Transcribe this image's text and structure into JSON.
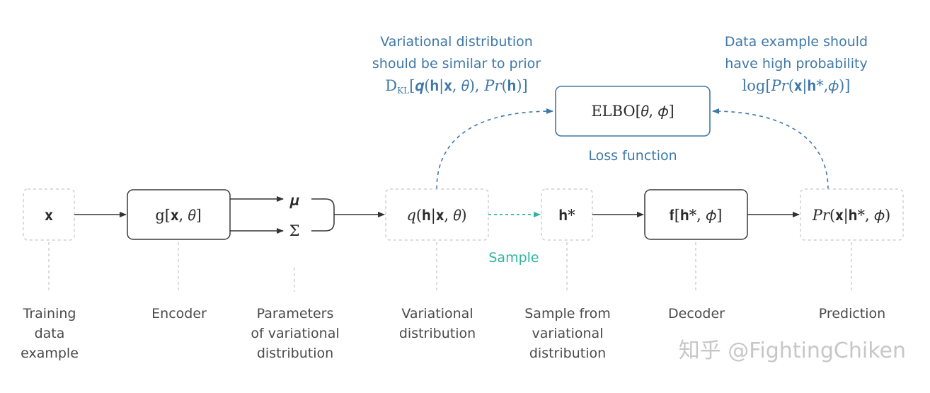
{
  "nodes": {
    "x": "𝐱",
    "encoder": "g[𝐱, 𝜃]",
    "mu": "𝝁",
    "sigma": "Σ",
    "q": "𝑞(𝐡|𝐱, 𝜃)",
    "hstar": "𝐡*",
    "decoder": "𝐟[𝐡*, 𝜙]",
    "pr": "𝑃𝑟(𝐱|𝐡*, 𝜙)",
    "elbo": "ELBO[𝜃, 𝜙]"
  },
  "annotations": {
    "kl_line1": "Variational distribution",
    "kl_line2": "should be similar to prior",
    "kl_formula": "D_KL[𝒒(𝐡|𝐱, 𝜃), 𝑃𝑟(𝐡)]",
    "data_line1": "Data example should",
    "data_line2": "have high probability",
    "data_formula": "log[𝑃𝑟(𝐱|𝐡*,𝜙)]",
    "loss": "Loss function",
    "sample": "Sample"
  },
  "captions": {
    "training": [
      "Training",
      "data",
      "example"
    ],
    "encoder": [
      "Encoder"
    ],
    "params": [
      "Parameters",
      "of variational",
      "distribution"
    ],
    "variational": [
      "Variational",
      "distribution"
    ],
    "sample_from": [
      "Sample from",
      "variational",
      "distribution"
    ],
    "decoder": [
      "Decoder"
    ],
    "prediction": [
      "Prediction"
    ]
  },
  "watermark": "知乎 @FightingChiken",
  "colors": {
    "accent_blue": "#3f78a8",
    "accent_teal": "#2fb3a3",
    "text": "#4a4a4a"
  }
}
